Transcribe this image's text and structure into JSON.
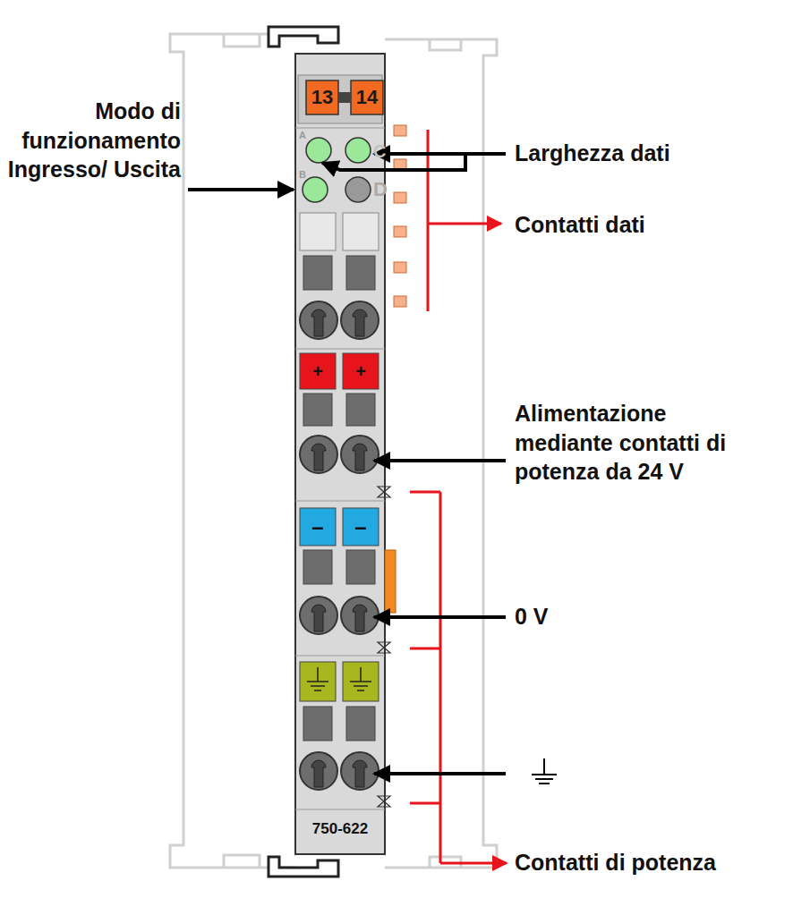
{
  "diagram": {
    "labels": [
      "13",
      "14",
      "A",
      "Modo di funzionamento Ingresso/ Uscita",
      "Larghezza dati",
      "B",
      "C",
      "D",
      "Contatti dati",
      "+",
      "+",
      "Alimentazione mediante contatti di potenza da 24 V",
      "–",
      "–",
      "0 V",
      "750-622",
      "Contatti di potenza"
    ]
  }
}
